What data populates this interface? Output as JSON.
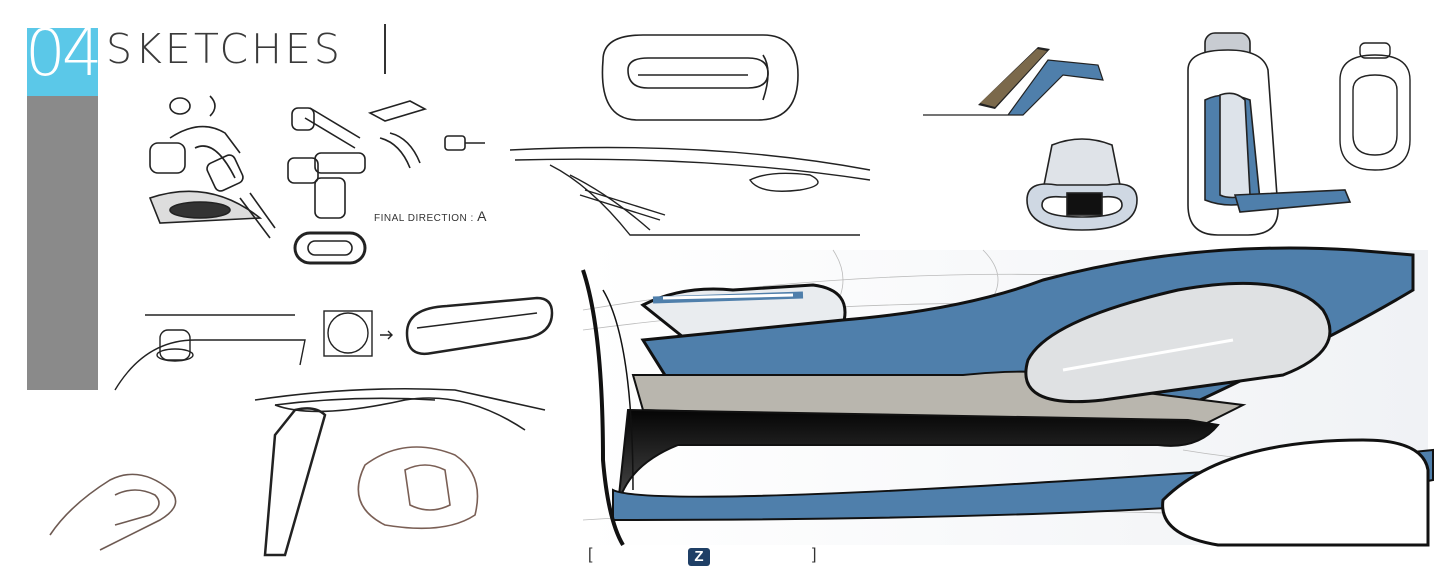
{
  "header": {
    "number": "04",
    "title": "SKETCHES"
  },
  "annotation": {
    "prefix": "FINAL DIRECTION : ",
    "letter": "A"
  },
  "footer": {
    "bracket_left": "[",
    "bracket_right": "]",
    "logo_letter": "Z"
  },
  "colors": {
    "accent": "#5bc8e8",
    "panel": "#8a8a8a",
    "sketch_blue": "#4f7fab",
    "sketch_line": "#222222"
  },
  "icons": [
    "stylus-brush-sketch",
    "seat-sketch",
    "armrest-console-sketch",
    "phone-holder-sketch",
    "speaker-pod-sketch",
    "door-handle-sketch",
    "brand-logo"
  ]
}
